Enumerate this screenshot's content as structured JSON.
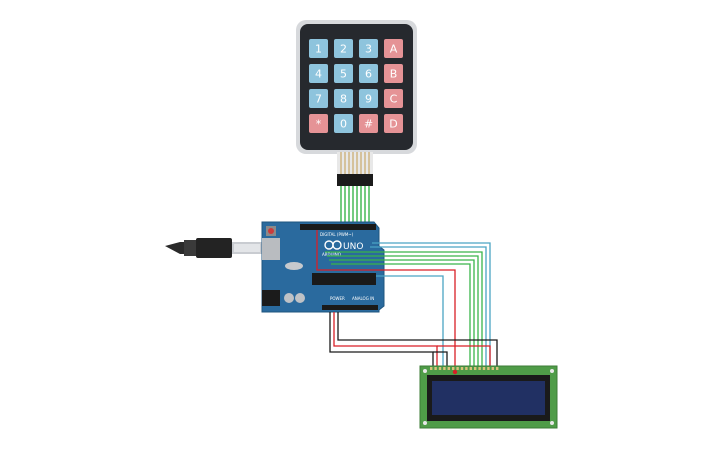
{
  "keypad": {
    "rows": [
      [
        {
          "label": "1",
          "kind": "num"
        },
        {
          "label": "2",
          "kind": "num"
        },
        {
          "label": "3",
          "kind": "num"
        },
        {
          "label": "A",
          "kind": "letter"
        }
      ],
      [
        {
          "label": "4",
          "kind": "num"
        },
        {
          "label": "5",
          "kind": "num"
        },
        {
          "label": "6",
          "kind": "num"
        },
        {
          "label": "B",
          "kind": "letter"
        }
      ],
      [
        {
          "label": "7",
          "kind": "num"
        },
        {
          "label": "8",
          "kind": "num"
        },
        {
          "label": "9",
          "kind": "num"
        },
        {
          "label": "C",
          "kind": "letter"
        }
      ],
      [
        {
          "label": "*",
          "kind": "letter"
        },
        {
          "label": "0",
          "kind": "num"
        },
        {
          "label": "#",
          "kind": "letter"
        },
        {
          "label": "D",
          "kind": "letter"
        }
      ]
    ]
  },
  "arduino": {
    "model_label": "UNO",
    "brand_label": "ARDUINO",
    "digital_label": "DIGITAL (PWM~)",
    "power_label": "POWER",
    "analog_label": "ANALOG IN"
  },
  "colors": {
    "keypad_body": "#26292e",
    "key_num": "#8ec4dd",
    "key_letter": "#e59396",
    "board": "#2a6a9e",
    "lcd_pcb": "#4f9c48",
    "lcd_screen": "#213063",
    "wire_green": "#39b54a",
    "wire_red": "#d91f26",
    "wire_black": "#1a1a1a",
    "wire_teal": "#4aa5c4"
  }
}
